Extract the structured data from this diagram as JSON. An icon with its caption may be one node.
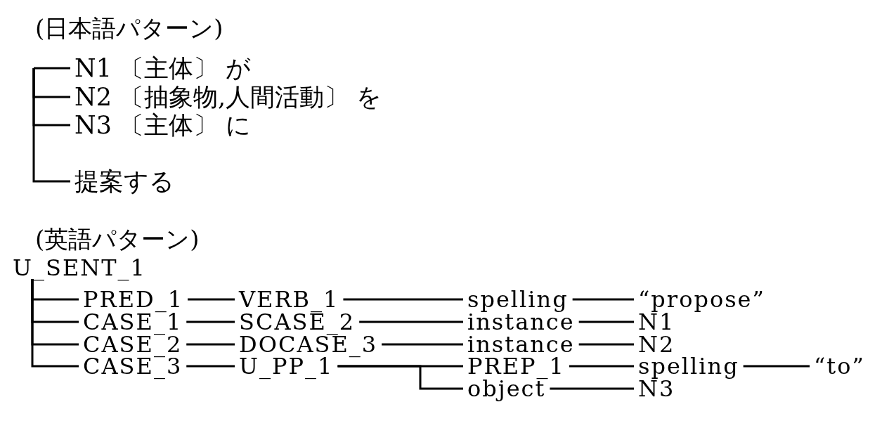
{
  "diagram": {
    "nodes": [
      {
        "text": [
          "N1 〔主体〕 が"
        ]
      },
      {
        "text": [
          "N2 〔抽象物,人間活動〕 を"
        ]
      },
      {
        "text": [
          "N3 〔主体〕 に"
        ]
      },
      {
        "text": [
          "提案する"
        ]
      },
      {
        "text": [
          "U_SENT_1"
        ]
      },
      {
        "text": [
          "PRED_1"
        ]
      },
      {
        "text": [
          "VERB_1"
        ]
      },
      {
        "text": [
          "spelling"
        ]
      },
      {
        "text": [
          "“propose”"
        ]
      },
      {
        "text": [
          "CASE_1"
        ]
      },
      {
        "text": [
          "SCASE_2"
        ]
      },
      {
        "text": [
          "instance"
        ]
      },
      {
        "text": [
          "N1"
        ]
      },
      {
        "text": [
          "CASE_2"
        ]
      },
      {
        "text": [
          "DOCASE_3"
        ]
      },
      {
        "text": [
          "instance"
        ]
      },
      {
        "text": [
          "N2"
        ]
      },
      {
        "text": [
          "CASE_3"
        ]
      },
      {
        "text": [
          "U_PP_1"
        ]
      },
      {
        "text": [
          "PREP_1"
        ]
      },
      {
        "text": [
          "spelling"
        ]
      },
      {
        "text": [
          "“to”"
        ]
      },
      {
        "text": [
          "object"
        ]
      },
      {
        "text": [
          "N3"
        ]
      }
    ],
    "edges": [
      {
        "from": null,
        "to": 0,
        "arrow": "none"
      },
      {
        "from": null,
        "to": 1,
        "arrow": "none"
      },
      {
        "from": null,
        "to": 2,
        "arrow": "none"
      },
      {
        "from": null,
        "to": 3,
        "arrow": "none"
      },
      {
        "from": 4,
        "to": 5,
        "arrow": "none"
      },
      {
        "from": 5,
        "to": 6,
        "arrow": "none"
      },
      {
        "from": 6,
        "to": 7,
        "arrow": "none"
      },
      {
        "from": 7,
        "to": 8,
        "arrow": "none"
      },
      {
        "from": 4,
        "to": 9,
        "arrow": "none"
      },
      {
        "from": 9,
        "to": 10,
        "arrow": "none"
      },
      {
        "from": 10,
        "to": 11,
        "arrow": "none"
      },
      {
        "from": 11,
        "to": 12,
        "arrow": "none"
      },
      {
        "from": 4,
        "to": 13,
        "arrow": "none"
      },
      {
        "from": 13,
        "to": 14,
        "arrow": "none"
      },
      {
        "from": 14,
        "to": 15,
        "arrow": "none"
      },
      {
        "from": 15,
        "to": 16,
        "arrow": "none"
      },
      {
        "from": 4,
        "to": 17,
        "arrow": "none"
      },
      {
        "from": 17,
        "to": 18,
        "arrow": "none"
      },
      {
        "from": 18,
        "to": 19,
        "arrow": "none"
      },
      {
        "from": 19,
        "to": 20,
        "arrow": "none"
      },
      {
        "from": 20,
        "to": 21,
        "arrow": "none"
      },
      {
        "from": 18,
        "to": 22,
        "arrow": "none"
      },
      {
        "from": 22,
        "to": 23,
        "arrow": "none"
      }
    ],
    "labels": [
      "(日本語パターン)",
      "(英語パターン)"
    ]
  }
}
